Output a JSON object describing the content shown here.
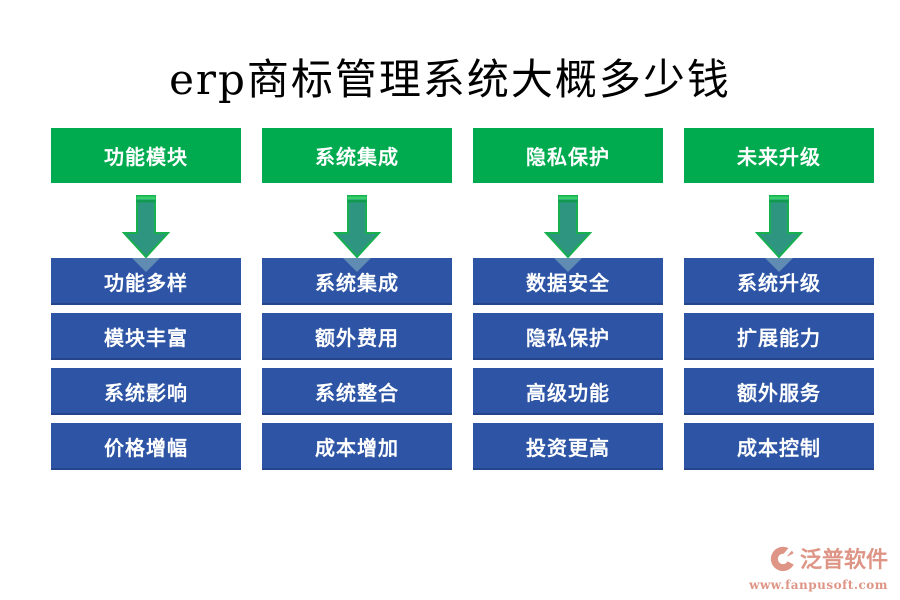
{
  "title": "erp商标管理系统大概多少钱",
  "columns": [
    {
      "header": "功能模块",
      "items": [
        "功能多样",
        "模块丰富",
        "系统影响",
        "价格增幅"
      ]
    },
    {
      "header": "系统集成",
      "items": [
        "系统集成",
        "额外费用",
        "系统整合",
        "成本增加"
      ]
    },
    {
      "header": "隐私保护",
      "items": [
        "数据安全",
        "隐私保护",
        "高级功能",
        "投资更高"
      ]
    },
    {
      "header": "未来升级",
      "items": [
        "系统升级",
        "扩展能力",
        "额外服务",
        "成本控制"
      ]
    }
  ],
  "watermark": {
    "brand": "泛普软件",
    "url": "www.fanpusoft.com"
  },
  "icons": {
    "arrow": "down-arrow-icon",
    "logo": "fanpu-logo-icon"
  },
  "colors": {
    "header_green": "#00AB50",
    "box_blue": "#2E55A5",
    "arrow_fill": "#2E9580",
    "arrow_border": "#17B04F",
    "arrow_highlight": "#36CF6B",
    "watermark_salmon": "#DE9586",
    "title_text": "#000000",
    "box_text": "#FFFFFF"
  }
}
